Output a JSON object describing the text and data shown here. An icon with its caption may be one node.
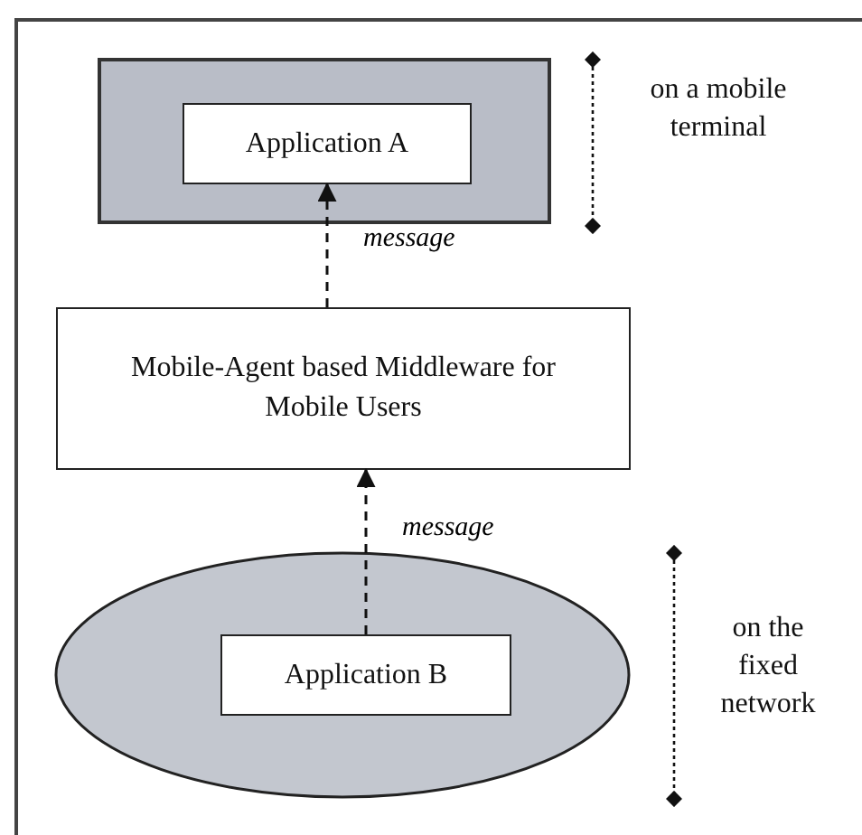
{
  "diagram": {
    "nodes": [
      {
        "text": [],
        "shape": "box"
      },
      {
        "text": [
          "Application A"
        ],
        "in": 0
      },
      {
        "text": [
          "Mobile-Agent based Middleware for Mobile Users"
        ]
      },
      {
        "text": [],
        "shape": "ellipse"
      },
      {
        "text": [
          "Application B"
        ],
        "in": 3
      }
    ],
    "edges": [
      {
        "from": 2,
        "to": 1,
        "arrow": "to",
        "style": "dashed",
        "label": "message"
      },
      {
        "from": 4,
        "to": 2,
        "arrow": "to",
        "style": "dashed",
        "label": "message"
      }
    ],
    "labels": [
      "on a mobile terminal",
      "on the fixed network"
    ]
  }
}
